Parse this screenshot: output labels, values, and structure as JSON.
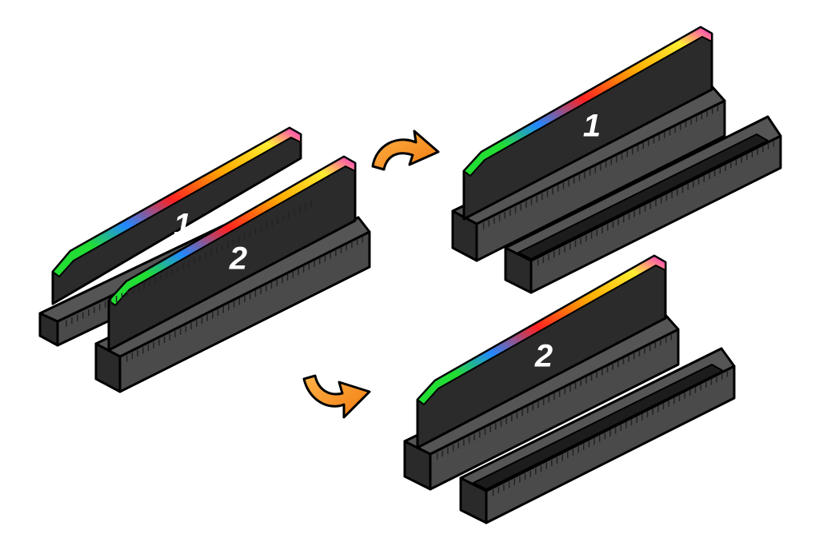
{
  "diagram": {
    "modules": [
      {
        "id": "initial-1",
        "label": "1"
      },
      {
        "id": "initial-2",
        "label": "2"
      },
      {
        "id": "result-1",
        "label": "1"
      },
      {
        "id": "result-2",
        "label": "2"
      }
    ],
    "colors": {
      "pcb": "#2b2b2b",
      "slot": "#4a4a4a",
      "slot_side": "#333333",
      "outline": "#000000",
      "arrow": "#f7931e",
      "rgb_gradient": [
        "#22dd33",
        "#2288ff",
        "#ff2222",
        "#ffaa00",
        "#ffee33",
        "#ff33cc"
      ]
    },
    "arrows": [
      {
        "id": "arrow-to-result-1",
        "direction": "up-right"
      },
      {
        "id": "arrow-to-result-2",
        "direction": "down-right"
      }
    ]
  }
}
